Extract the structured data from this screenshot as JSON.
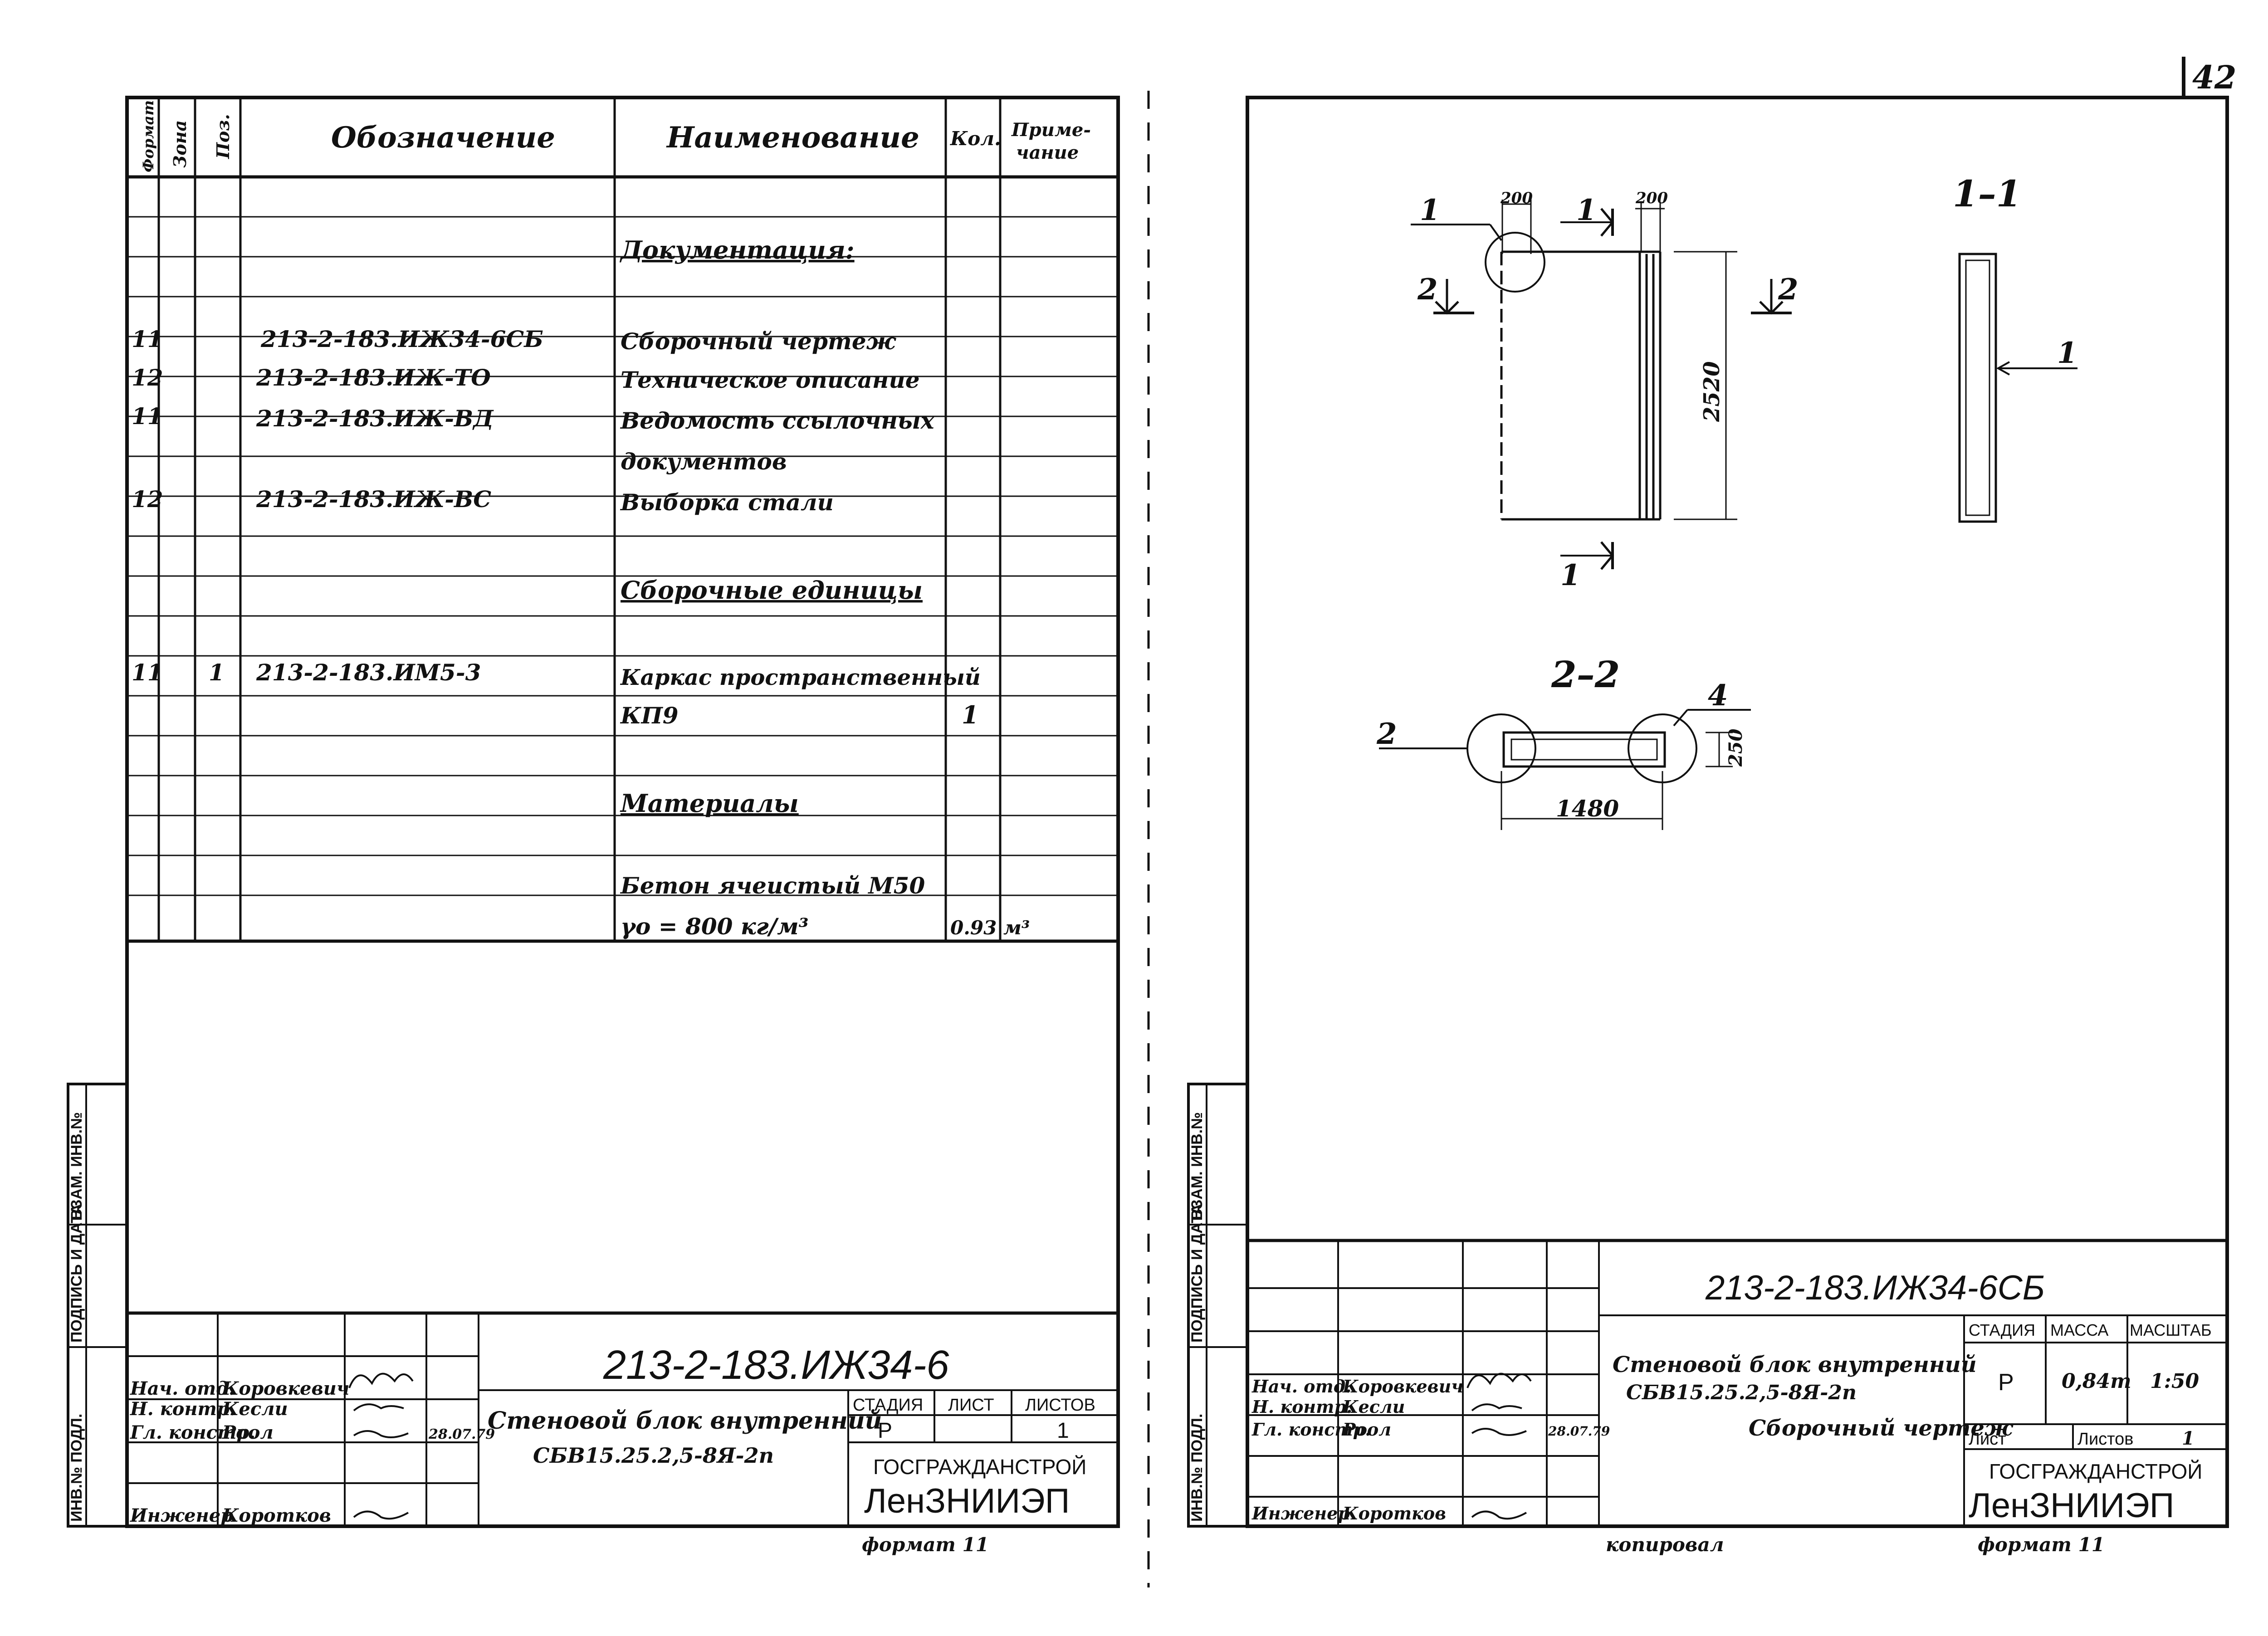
{
  "page_number": "42",
  "spec": {
    "headers": {
      "format": "Формат",
      "zone": "Зона",
      "pos": "Поз.",
      "designation": "Обозначение",
      "name": "Наименование",
      "qty": "Кол.",
      "note_line1": "Приме-",
      "note_line2": "чание"
    },
    "rows": [
      {
        "format": "",
        "pos": "",
        "designation": "",
        "name": "Документация:",
        "qty": "",
        "note": "",
        "heading": true
      },
      {
        "format": "11",
        "pos": "",
        "designation": "213-2-183.ИЖ34-6СБ",
        "name": "Сборочный чертеж",
        "qty": "",
        "note": ""
      },
      {
        "format": "12",
        "pos": "",
        "designation": "213-2-183.ИЖ-ТО",
        "name": "Техническое описание",
        "qty": "",
        "note": ""
      },
      {
        "format": "11",
        "pos": "",
        "designation": "213-2-183.ИЖ-ВД",
        "name": "Ведомость ссылочных",
        "qty": "",
        "note": ""
      },
      {
        "format": "",
        "pos": "",
        "designation": "",
        "name": "документов",
        "qty": "",
        "note": ""
      },
      {
        "format": "12",
        "pos": "",
        "designation": "213-2-183.ИЖ-ВС",
        "name": "Выборка стали",
        "qty": "",
        "note": ""
      },
      {
        "format": "",
        "pos": "",
        "designation": "",
        "name": "Сборочные единицы",
        "qty": "",
        "note": "",
        "heading": true
      },
      {
        "format": "11",
        "pos": "1",
        "designation": "213-2-183.ИМ5-3",
        "name": "Каркас пространственный",
        "qty": "",
        "note": ""
      },
      {
        "format": "",
        "pos": "",
        "designation": "",
        "name": "КП9",
        "qty": "1",
        "note": ""
      },
      {
        "format": "",
        "pos": "",
        "designation": "",
        "name": "Материалы",
        "qty": "",
        "note": "",
        "heading": true
      },
      {
        "format": "",
        "pos": "",
        "designation": "",
        "name": "Бетон ячеистый М50",
        "qty": "",
        "note": ""
      },
      {
        "format": "",
        "pos": "",
        "designation": "",
        "name": "γо = 800 кг/м³",
        "qty": "0.93",
        "note": "м³"
      }
    ]
  },
  "left_block": {
    "designation": "213-2-183.ИЖ34-6",
    "title_line1": "Стеновой блок внутренний",
    "title_line2": "СБВ15.25.2,5-8Я-2п",
    "stage_label": "СТАДИЯ",
    "sheet_label": "ЛИСТ",
    "sheets_label": "ЛИСТОВ",
    "stage": "Р",
    "sheets": "1",
    "org1": "ГОСГРАЖДАНСТРОЙ",
    "org2": "ЛенЗНИИЭП",
    "roles": [
      {
        "role": "Нач. отд.",
        "name": "Коровкевич",
        "date": ""
      },
      {
        "role": "Н. контр.",
        "name": "Кесли",
        "date": ""
      },
      {
        "role": "Гл. констр.",
        "name": "Роол",
        "date": "28.07.79"
      },
      {
        "role": "",
        "name": "",
        "date": ""
      },
      {
        "role": "Инженер",
        "name": "Коротков",
        "date": ""
      }
    ],
    "format": "формат 11"
  },
  "right_block": {
    "designation": "213-2-183.ИЖ34-6СБ",
    "title_line1": "Стеновой блок внутренний",
    "title_line2": "СБВ15.25.2,5-8Я-2п",
    "title_line3": "Сборочный чертеж",
    "stage_label": "СТАДИЯ",
    "mass_label": "МАССА",
    "scale_label": "МАСШТАБ",
    "stage": "Р",
    "mass": "0,84т",
    "scale": "1:50",
    "sheet_label": "Лист",
    "sheets_label": "Листов",
    "sheets": "1",
    "org1": "ГОСГРАЖДАНСТРОЙ",
    "org2": "ЛенЗНИИЭП",
    "roles": [
      {
        "role": "Нач. отд.",
        "name": "Коровкевич",
        "date": ""
      },
      {
        "role": "Н. контр.",
        "name": "Кесли",
        "date": ""
      },
      {
        "role": "Гл. констр.",
        "name": "Роол",
        "date": "28.07.79"
      },
      {
        "role": "",
        "name": "",
        "date": ""
      },
      {
        "role": "Инженер",
        "name": "Коротков",
        "date": ""
      }
    ],
    "copied": "копировал",
    "format": "формат 11"
  },
  "side_stamp": {
    "inv_podl": "ИНВ.№ ПОДЛ.",
    "podpis": "ПОДПИСЬ И ДАТА",
    "vzam": "ВЗАМ. ИНВ.№"
  },
  "drawing": {
    "dim_200a": "200",
    "dim_200b": "200",
    "dim_2520": "2520",
    "dim_1480": "1480",
    "dim_250": "250",
    "sec11": "1–1",
    "sec22": "2–2",
    "ref1": "1",
    "ref2": "2",
    "ref4": "4",
    "cut1": "1",
    "cut2": "2"
  }
}
